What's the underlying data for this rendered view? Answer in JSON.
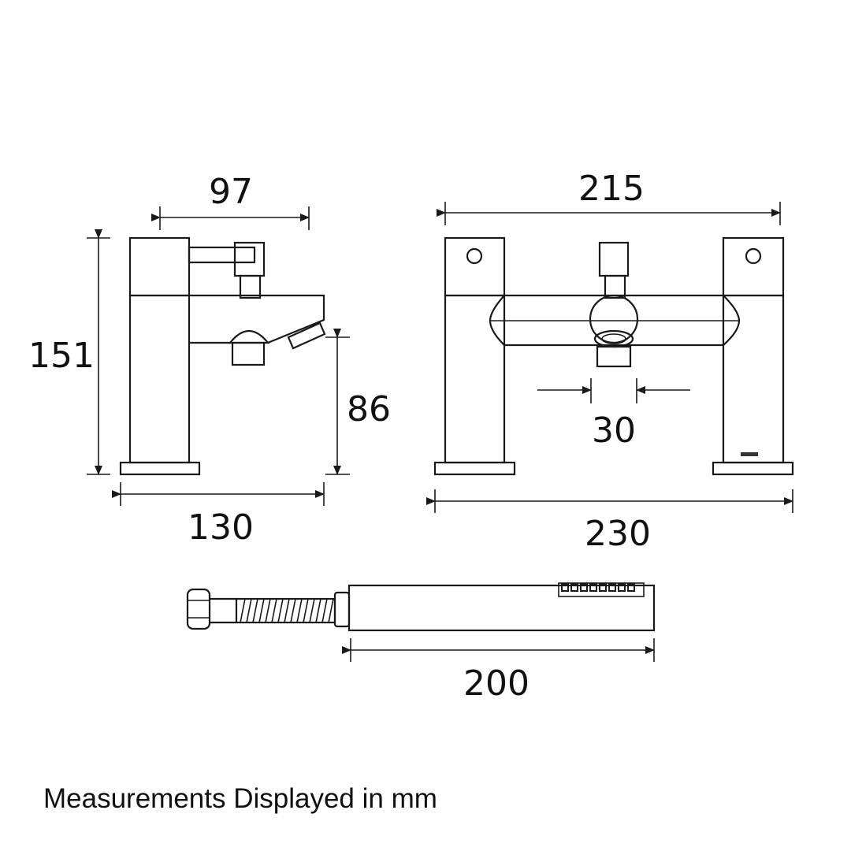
{
  "dimensions": {
    "side_width_top": "97",
    "side_height": "151",
    "spout_height": "86",
    "side_base_depth": "130",
    "front_width_top": "215",
    "spout_width": "30",
    "front_base_width": "230",
    "handset_length": "200"
  },
  "caption": "Measurements Displayed in mm",
  "colors": {
    "line": "#1a1a1a",
    "background": "#ffffff"
  }
}
